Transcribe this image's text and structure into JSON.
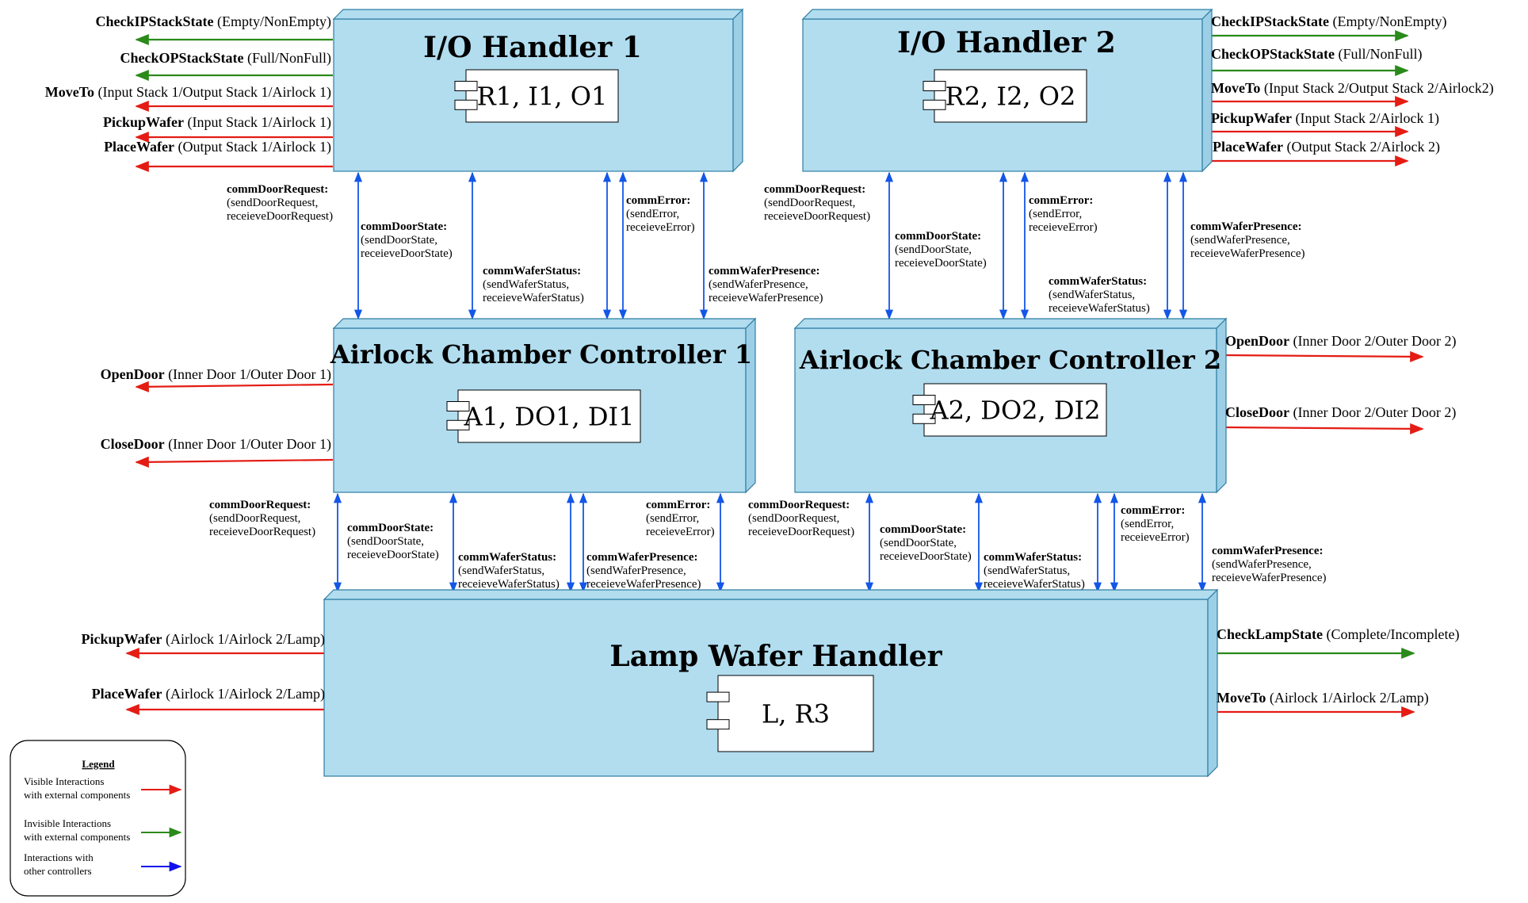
{
  "colors": {
    "box_fill": "#b1ddef",
    "box_stroke": "#2f7ea3",
    "red": "#e41c14",
    "green": "#2a8a1a",
    "blue": "#1356e8",
    "legend_blue": "#1111ee"
  },
  "io1": {
    "title": "I/O Handler 1",
    "component": "R1, I1, O1",
    "external": [
      {
        "bold": "CheckIPStackState",
        "rest": " (Empty/NonEmpty)",
        "color": "green"
      },
      {
        "bold": "CheckOPStackState",
        "rest": " (Full/NonFull)",
        "color": "green"
      },
      {
        "bold": "MoveTo",
        "rest": " (Input Stack 1/Output Stack 1/Airlock 1)",
        "color": "red"
      },
      {
        "bold": "PickupWafer",
        "rest": " (Input Stack 1/Airlock 1)",
        "color": "red"
      },
      {
        "bold": "PlaceWafer",
        "rest": " (Output Stack 1/Airlock 1)",
        "color": "red"
      }
    ]
  },
  "io2": {
    "title": "I/O Handler 2",
    "component": "R2, I2, O2",
    "external": [
      {
        "bold": "CheckIPStackState",
        "rest": " (Empty/NonEmpty)",
        "color": "green"
      },
      {
        "bold": "CheckOPStackState",
        "rest": " (Full/NonFull)",
        "color": "green"
      },
      {
        "bold": "MoveTo",
        "rest": " (Input Stack 2/Output Stack 2/Airlock2)",
        "color": "red"
      },
      {
        "bold": "PickupWafer",
        "rest": " (Input Stack 2/Airlock 1)",
        "color": "red"
      },
      {
        "bold": "PlaceWafer",
        "rest": " (Output Stack 2/Airlock 2)",
        "color": "red"
      }
    ]
  },
  "acc1": {
    "title": "Airlock Chamber Controller 1",
    "component": "A1, DO1, DI1",
    "external": [
      {
        "bold": "OpenDoor",
        "rest": " (Inner Door 1/Outer Door 1)",
        "color": "red"
      },
      {
        "bold": "CloseDoor",
        "rest": " (Inner Door 1/Outer Door 1)",
        "color": "red"
      }
    ]
  },
  "acc2": {
    "title": "Airlock Chamber Controller 2",
    "component": "A2, DO2, DI2",
    "external": [
      {
        "bold": "OpenDoor",
        "rest": " (Inner Door 2/Outer Door 2)",
        "color": "red"
      },
      {
        "bold": "CloseDoor",
        "rest": " (Inner Door 2/Outer Door 2)",
        "color": "red"
      }
    ]
  },
  "lamp": {
    "title": "Lamp Wafer Handler",
    "component": "L, R3",
    "external_left": [
      {
        "bold": "PickupWafer",
        "rest": " (Airlock 1/Airlock 2/Lamp)",
        "color": "red"
      },
      {
        "bold": "PlaceWafer",
        "rest": " (Airlock 1/Airlock 2/Lamp)",
        "color": "red"
      }
    ],
    "external_right": [
      {
        "bold": "CheckLampState",
        "rest": " (Complete/Incomplete)",
        "color": "green"
      },
      {
        "bold": "MoveTo",
        "rest": " (Airlock 1/Airlock 2/Lamp)",
        "color": "red"
      }
    ]
  },
  "messages": {
    "door_request": {
      "name": "commDoorRequest:",
      "args": [
        "(sendDoorRequest,",
        "receieveDoorRequest)"
      ]
    },
    "door_state": {
      "name": "commDoorState:",
      "args": [
        "(sendDoorState,",
        "receieveDoorState)"
      ]
    },
    "wafer_status": {
      "name": "commWaferStatus:",
      "args": [
        "(sendWaferStatus,",
        "receieveWaferStatus)"
      ]
    },
    "error": {
      "name": "commError:",
      "args": [
        "(sendError,",
        "receieveError)"
      ]
    },
    "wafer_presence": {
      "name": "commWaferPresence:",
      "args": [
        "(sendWaferPresence,",
        "receieveWaferPresence)"
      ]
    }
  },
  "legend": {
    "title": "Legend",
    "items": [
      {
        "lines": [
          "Visible Interactions",
          "with external components"
        ],
        "color": "red"
      },
      {
        "lines": [
          "Invisible Interactions",
          "with external components"
        ],
        "color": "green"
      },
      {
        "lines": [
          "Interactions with",
          "other controllers"
        ],
        "color": "legend_blue"
      }
    ]
  }
}
